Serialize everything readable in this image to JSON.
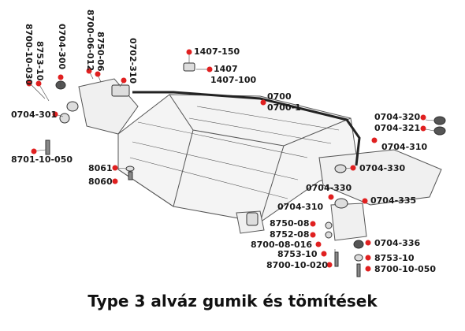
{
  "caption": "Type 3 alváz gumik és tömítések",
  "colors": {
    "marker": "#e02020",
    "line": "#222222",
    "frame_fill": "#f4f4f4",
    "frame_stroke": "#555555"
  },
  "parts": {
    "p8700_10_030": "8700-10-030",
    "p8753_10_top": "8753-10",
    "p0704_300": "0704-300",
    "p8700_06_012": "8700-06-012",
    "p8750_06": "8750-06",
    "p0702_310": "0702-310",
    "p1407_150": "1407-150",
    "p1407": "1407",
    "p1407_100": "1407-100",
    "p0700": "0700",
    "p0700_1": "0700-1",
    "p0704_301": "0704-301",
    "p8701_10_050": "8701-10-050",
    "p0704_320": "0704-320",
    "p0704_321": "0704-321",
    "p0704_310_right": "0704-310",
    "p0704_330_right": "0704-330",
    "p8061": "8061",
    "p8060": "8060",
    "p0704_330_mid": "0704-330",
    "p0704_310_mid": "0704-310",
    "p0704_335": "0704-335",
    "p8750_08": "8750-08",
    "p8752_08": "8752-08",
    "p8700_08_016": "8700-08-016",
    "p8753_10_bottom": "8753-10",
    "p8700_10_020": "8700-10-020",
    "p0704_336": "0704-336",
    "p8753_10_right": "8753-10",
    "p8700_10_050": "8700-10-050"
  }
}
